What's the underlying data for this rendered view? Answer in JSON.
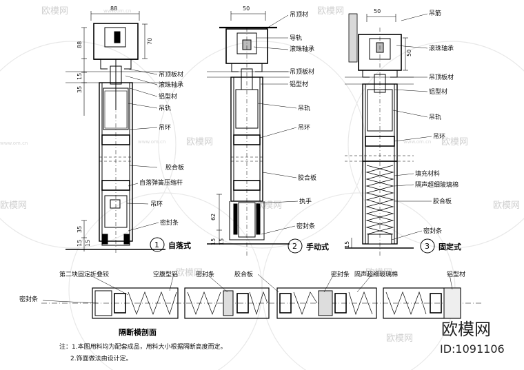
{
  "views": {
    "v1": {
      "caption": "自落式",
      "number": "1",
      "dims": [
        "88",
        "70",
        "88",
        "15",
        "35",
        "35",
        "15",
        "15"
      ],
      "labels": [
        "吊顶板材",
        "滚珠轴承",
        "铝型材",
        "吊轨",
        "吊环",
        "胶合板",
        "自落弹簧压缩杆",
        "吊环",
        "密封条"
      ]
    },
    "v2": {
      "caption": "手动式",
      "number": "2",
      "dims": [
        "50",
        "62",
        "15",
        "15"
      ],
      "labels": [
        "吊顶材",
        "导轨",
        "滚珠轴承",
        "吊顶板材",
        "铝型材",
        "吊轨",
        "吊环",
        "胶合板",
        "执手",
        "密封条"
      ]
    },
    "v3": {
      "caption": "固定式",
      "number": "3",
      "dims": [
        "50",
        "50",
        "15"
      ],
      "labels": [
        "吊筋",
        "滚珠轴承",
        "吊顶板材",
        "铝型材",
        "吊轨",
        "吊环",
        "填充材料",
        "隔声超细玻璃棉",
        "胶合板",
        "密封条"
      ]
    }
  },
  "section": {
    "title": "隔断横剖面",
    "labels": [
      "第二块固定折叠铰",
      "密封条",
      "空腹型铝",
      "密封条",
      "胶合板",
      "密封条",
      "隔声超细玻璃棉",
      "铝型材"
    ]
  },
  "notes": [
    "注：1.本图用料均为配套成品，用料大小根据隔断高度而定。",
    "2.饰面做法由设计定。"
  ],
  "watermark": {
    "text": "欧模网",
    "url": "www.om.cn"
  },
  "brand": {
    "name": "欧模网",
    "id": "ID:1091106"
  }
}
